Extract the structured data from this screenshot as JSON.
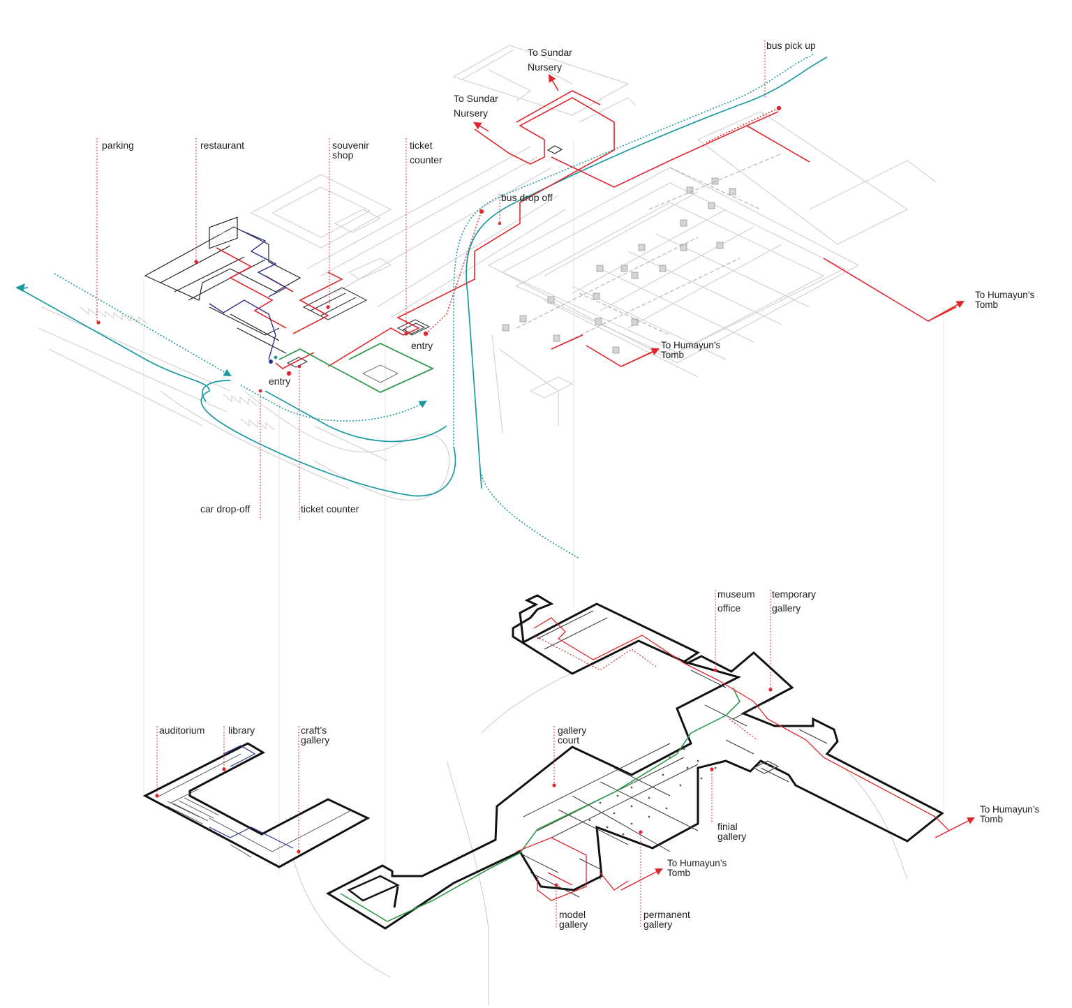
{
  "colors": {
    "route_red": "#e0262c",
    "route_teal": "#1a9aa0",
    "route_green": "#2e9a4a",
    "service_blue": "#2a2f8c",
    "context_grey": "#c9c9c9",
    "wall_black": "#111111"
  },
  "upper_level": {
    "labels": {
      "parking": "parking",
      "restaurant": "restaurant",
      "souvenir_1": "souvenir",
      "souvenir_2": "shop",
      "ticket_1": "ticket",
      "ticket_2": "counter",
      "sundar_a_1": "To Sundar",
      "sundar_a_2": "Nursery",
      "sundar_b_1": "To Sundar",
      "sundar_b_2": "Nursery",
      "bus_pickup": "bus pick up",
      "bus_dropoff": "bus drop off",
      "entry_1": "entry",
      "entry_2": "entry",
      "car_dropoff": "car drop-off",
      "ticket_counter_low": "ticket counter",
      "humayun_a_1": "To Humayun’s",
      "humayun_a_2": "Tomb",
      "humayun_b_1": "To Humayun’s",
      "humayun_b_2": "Tomb"
    }
  },
  "lower_level": {
    "labels": {
      "auditorium": "auditorium",
      "library": "library",
      "crafts_1": "craft’s",
      "crafts_2": "gallery",
      "museum_office_1": "museum",
      "museum_office_2": "office",
      "temporary_1": "temporary",
      "temporary_2": "gallery",
      "gallery_court_1": "gallery",
      "gallery_court_2": "court",
      "finial_1": "finial",
      "finial_2": "gallery",
      "model_1": "model",
      "model_2": "gallery",
      "permanent_1": "permanent",
      "permanent_2": "gallery",
      "humayun_c_1": "To Humayun’s",
      "humayun_c_2": "Tomb",
      "humayun_d_1": "To Humayun’s",
      "humayun_d_2": "Tomb"
    }
  }
}
